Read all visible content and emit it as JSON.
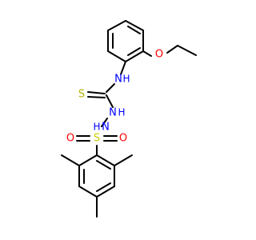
{
  "figure": {
    "type": "chemical-structure"
  },
  "colors": {
    "bond": "#000000",
    "carbon": "#000000",
    "oxygen": "#ff0000",
    "nitrogen": "#0000ff",
    "sulfur_thio": "#b3b300",
    "sulfur_sulfonyl": "#cccc00"
  },
  "atoms": {
    "o_ether": "O",
    "n_aniline": "N",
    "h_aniline": "H",
    "s_thione": "S",
    "n_hydrazine_1": "N",
    "h_hydrazine_1": "H",
    "n_hydrazine_2": "N",
    "h_hydrazine_2": "H",
    "s_sulfonyl": "S",
    "o_sulfonyl_left": "O",
    "o_sulfonyl_right": "O"
  }
}
